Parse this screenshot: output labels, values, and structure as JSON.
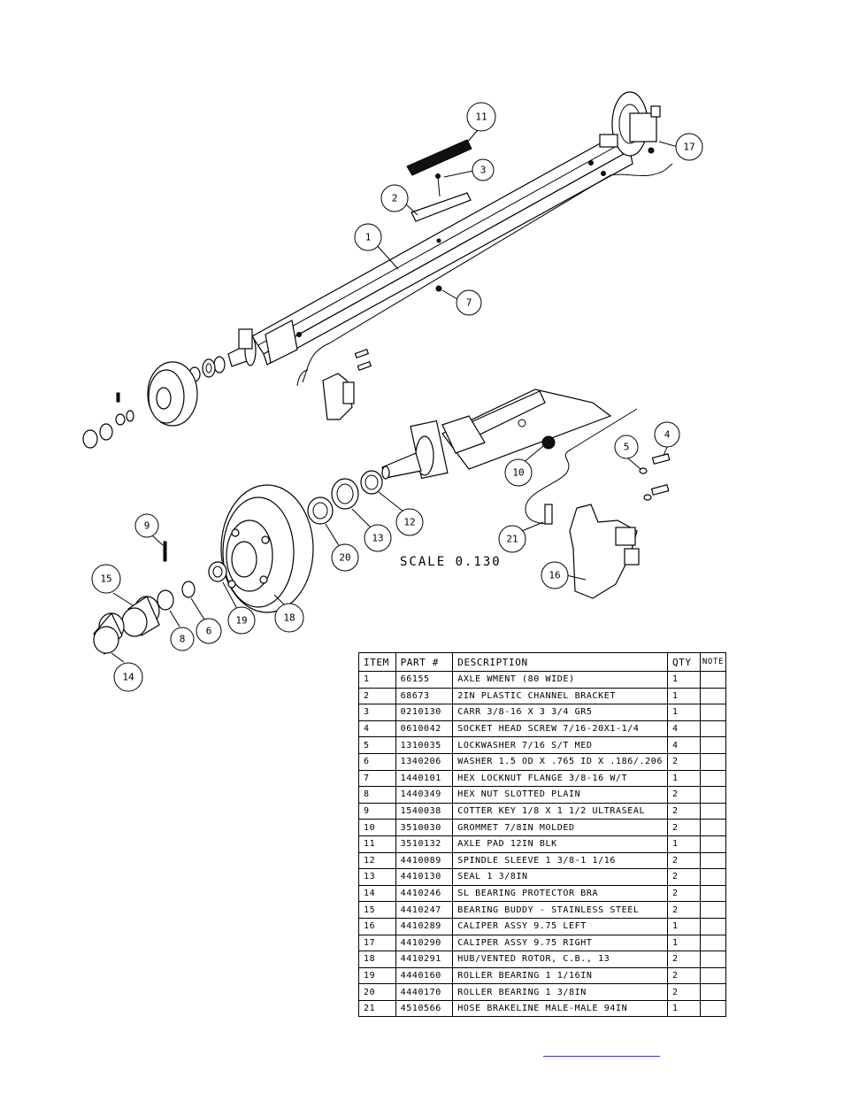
{
  "drawing": {
    "scale_label": "SCALE   0.130",
    "balloons": [
      {
        "id": "b1",
        "label": "1"
      },
      {
        "id": "b2",
        "label": "2"
      },
      {
        "id": "b3",
        "label": "3"
      },
      {
        "id": "b4",
        "label": "4"
      },
      {
        "id": "b5",
        "label": "5"
      },
      {
        "id": "b6",
        "label": "6"
      },
      {
        "id": "b7",
        "label": "7"
      },
      {
        "id": "b8",
        "label": "8"
      },
      {
        "id": "b9",
        "label": "9"
      },
      {
        "id": "b10",
        "label": "10"
      },
      {
        "id": "b11",
        "label": "11"
      },
      {
        "id": "b12",
        "label": "12"
      },
      {
        "id": "b13",
        "label": "13"
      },
      {
        "id": "b14",
        "label": "14"
      },
      {
        "id": "b15",
        "label": "15"
      },
      {
        "id": "b16",
        "label": "16"
      },
      {
        "id": "b17",
        "label": "17"
      },
      {
        "id": "b18",
        "label": "18"
      },
      {
        "id": "b19",
        "label": "19"
      },
      {
        "id": "b20",
        "label": "20"
      },
      {
        "id": "b21",
        "label": "21"
      }
    ]
  },
  "bom": {
    "headers": {
      "item": "ITEM",
      "part": "PART #",
      "description": "DESCRIPTION",
      "qty": "QTY",
      "note": "NOTE"
    },
    "rows": [
      {
        "item": "1",
        "part": "66155",
        "description": "AXLE WMENT (80 WIDE)",
        "qty": "1",
        "note": ""
      },
      {
        "item": "2",
        "part": "68673",
        "description": "2IN PLASTIC CHANNEL BRACKET",
        "qty": "1",
        "note": ""
      },
      {
        "item": "3",
        "part": "0210130",
        "description": "CARR 3/8-16 X 3 3/4 GR5",
        "qty": "1",
        "note": ""
      },
      {
        "item": "4",
        "part": "0610042",
        "description": "SOCKET HEAD SCREW 7/16-20X1-1/4",
        "qty": "4",
        "note": ""
      },
      {
        "item": "5",
        "part": "1310035",
        "description": "LOCKWASHER 7/16 S/T MED",
        "qty": "4",
        "note": ""
      },
      {
        "item": "6",
        "part": "1340206",
        "description": "WASHER 1.5 OD X .765 ID X .186/.206",
        "qty": "2",
        "note": ""
      },
      {
        "item": "7",
        "part": "1440101",
        "description": "HEX LOCKNUT FLANGE 3/8-16 W/T",
        "qty": "1",
        "note": ""
      },
      {
        "item": "8",
        "part": "1440349",
        "description": "HEX NUT SLOTTED PLAIN",
        "qty": "2",
        "note": ""
      },
      {
        "item": "9",
        "part": "1540038",
        "description": "COTTER KEY 1/8 X 1 1/2 ULTRASEAL",
        "qty": "2",
        "note": ""
      },
      {
        "item": "10",
        "part": "3510030",
        "description": "GROMMET  7/8IN MOLDED",
        "qty": "2",
        "note": ""
      },
      {
        "item": "11",
        "part": "3510132",
        "description": "AXLE PAD 12IN  BLK",
        "qty": "1",
        "note": ""
      },
      {
        "item": "12",
        "part": "4410089",
        "description": "SPINDLE SLEEVE  1 3/8-1 1/16",
        "qty": "2",
        "note": ""
      },
      {
        "item": "13",
        "part": "4410130",
        "description": "SEAL  1 3/8IN",
        "qty": "2",
        "note": ""
      },
      {
        "item": "14",
        "part": "4410246",
        "description": "SL BEARING PROTECTOR BRA",
        "qty": "2",
        "note": ""
      },
      {
        "item": "15",
        "part": "4410247",
        "description": "BEARING BUDDY - STAINLESS STEEL",
        "qty": "2",
        "note": ""
      },
      {
        "item": "16",
        "part": "4410289",
        "description": "CALIPER ASSY 9.75 LEFT",
        "qty": "1",
        "note": ""
      },
      {
        "item": "17",
        "part": "4410290",
        "description": "CALIPER ASSY 9.75 RIGHT",
        "qty": "1",
        "note": ""
      },
      {
        "item": "18",
        "part": "4410291",
        "description": "HUB/VENTED ROTOR, C.B.,  13",
        "qty": "2",
        "note": ""
      },
      {
        "item": "19",
        "part": "4440160",
        "description": "ROLLER BEARING   1 1/16IN",
        "qty": "2",
        "note": ""
      },
      {
        "item": "20",
        "part": "4440170",
        "description": "ROLLER BEARING   1 3/8IN",
        "qty": "2",
        "note": ""
      },
      {
        "item": "21",
        "part": "4510566",
        "description": "HOSE BRAKELINE MALE-MALE 94IN",
        "qty": "1",
        "note": ""
      }
    ]
  }
}
